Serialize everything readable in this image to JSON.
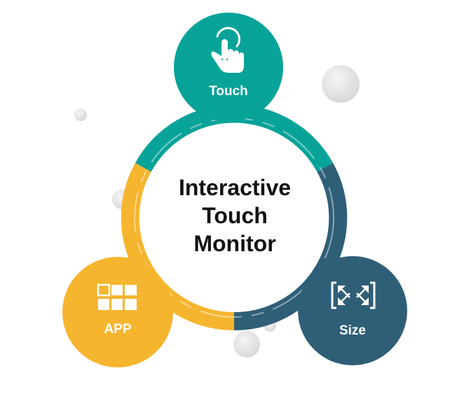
{
  "center": {
    "lines": [
      "Interactive",
      "Touch",
      "Monitor"
    ]
  },
  "nodes": [
    {
      "label": "Touch",
      "icon": "touch-hand-icon",
      "color": "#08A398"
    },
    {
      "label": "APP",
      "icon": "app-grid-icon",
      "color": "#F5B52E"
    },
    {
      "label": "Size",
      "icon": "resize-arrows-icon",
      "color": "#2F5F77"
    }
  ],
  "colors": {
    "ring_teal": "#08A398",
    "ring_yellow": "#F5B52E",
    "ring_navy": "#2F5F77",
    "bubble": "#E4E4E4"
  }
}
